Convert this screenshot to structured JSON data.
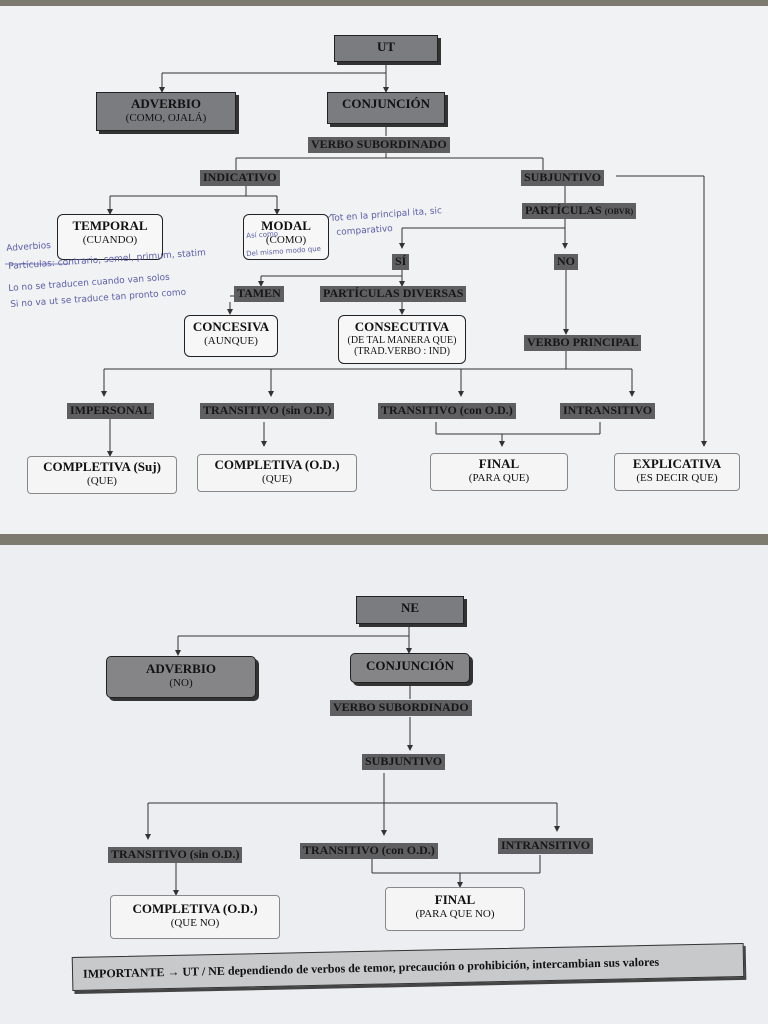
{
  "top": {
    "ut": "UT",
    "adverbio": "ADVERBIO",
    "adverbio_sub": "(COMO, OJALÁ)",
    "conjuncion": "CONJUNCIÓN",
    "verbo_subordinado": "VERBO SUBORDINADO",
    "indicativo": "INDICATIVO",
    "subjuntivo": "SUBJUNTIVO",
    "temporal": "TEMPORAL",
    "temporal_sub": "(CUANDO)",
    "modal": "MODAL",
    "modal_sub": "(COMO)",
    "particulas": "PARTÍCULAS",
    "particulas_sub": "(OBVR)",
    "si": "SÍ",
    "no": "NO",
    "tamen": "TAMEN",
    "particulas_diversas": "PARTÍCULAS DIVERSAS",
    "concesiva": "CONCESIVA",
    "concesiva_sub": "(AUNQUE)",
    "consecutiva": "CONSECUTIVA",
    "consecutiva_sub1": "(DE TAL MANERA QUE)",
    "consecutiva_sub2": "(TRAD.VERBO : IND)",
    "verbo_principal": "VERBO PRINCIPAL",
    "impersonal": "IMPERSONAL",
    "transitivo_sin": "TRANSITIVO (sin O.D.)",
    "transitivo_con": "TRANSITIVO (con O.D.)",
    "intransitivo": "INTRANSITIVO",
    "completiva_suj": "COMPLETIVA (Suj)",
    "completiva_suj_sub": "(QUE)",
    "completiva_od": "COMPLETIVA (O.D.)",
    "completiva_od_sub": "(QUE)",
    "final": "FINAL",
    "final_sub": "(PARA QUE)",
    "explicativa": "EXPLICATIVA",
    "explicativa_sub": "(ES DECIR QUE)"
  },
  "handwriting": {
    "n1": "Tot en la principal ita, sic",
    "n2": "comparativo",
    "n3": "Adverbios",
    "n4": "Partículas: contrario, semel, primum, statim",
    "n5": "Lo no se traducen cuando van solos",
    "n6": "Si no va ut se traduce tan pronto como",
    "n7": "Así como",
    "n8": "Del mismo modo que"
  },
  "bottom": {
    "ne": "NE",
    "adverbio": "ADVERBIO",
    "adverbio_sub": "(NO)",
    "conjuncion": "CONJUNCIÓN",
    "verbo_subordinado": "VERBO SUBORDINADO",
    "subjuntivo": "SUBJUNTIVO",
    "transitivo_sin": "TRANSITIVO (sin O.D.)",
    "transitivo_con": "TRANSITIVO (con O.D.)",
    "intransitivo": "INTRANSITIVO",
    "completiva_od": "COMPLETIVA (O.D.)",
    "completiva_od_sub": "(QUE NO)",
    "final": "FINAL",
    "final_sub": "(PARA QUE NO)",
    "importante": "IMPORTANTE → UT / NE dependiendo de verbos de temor, precaución o prohibición, intercambian sus valores"
  }
}
